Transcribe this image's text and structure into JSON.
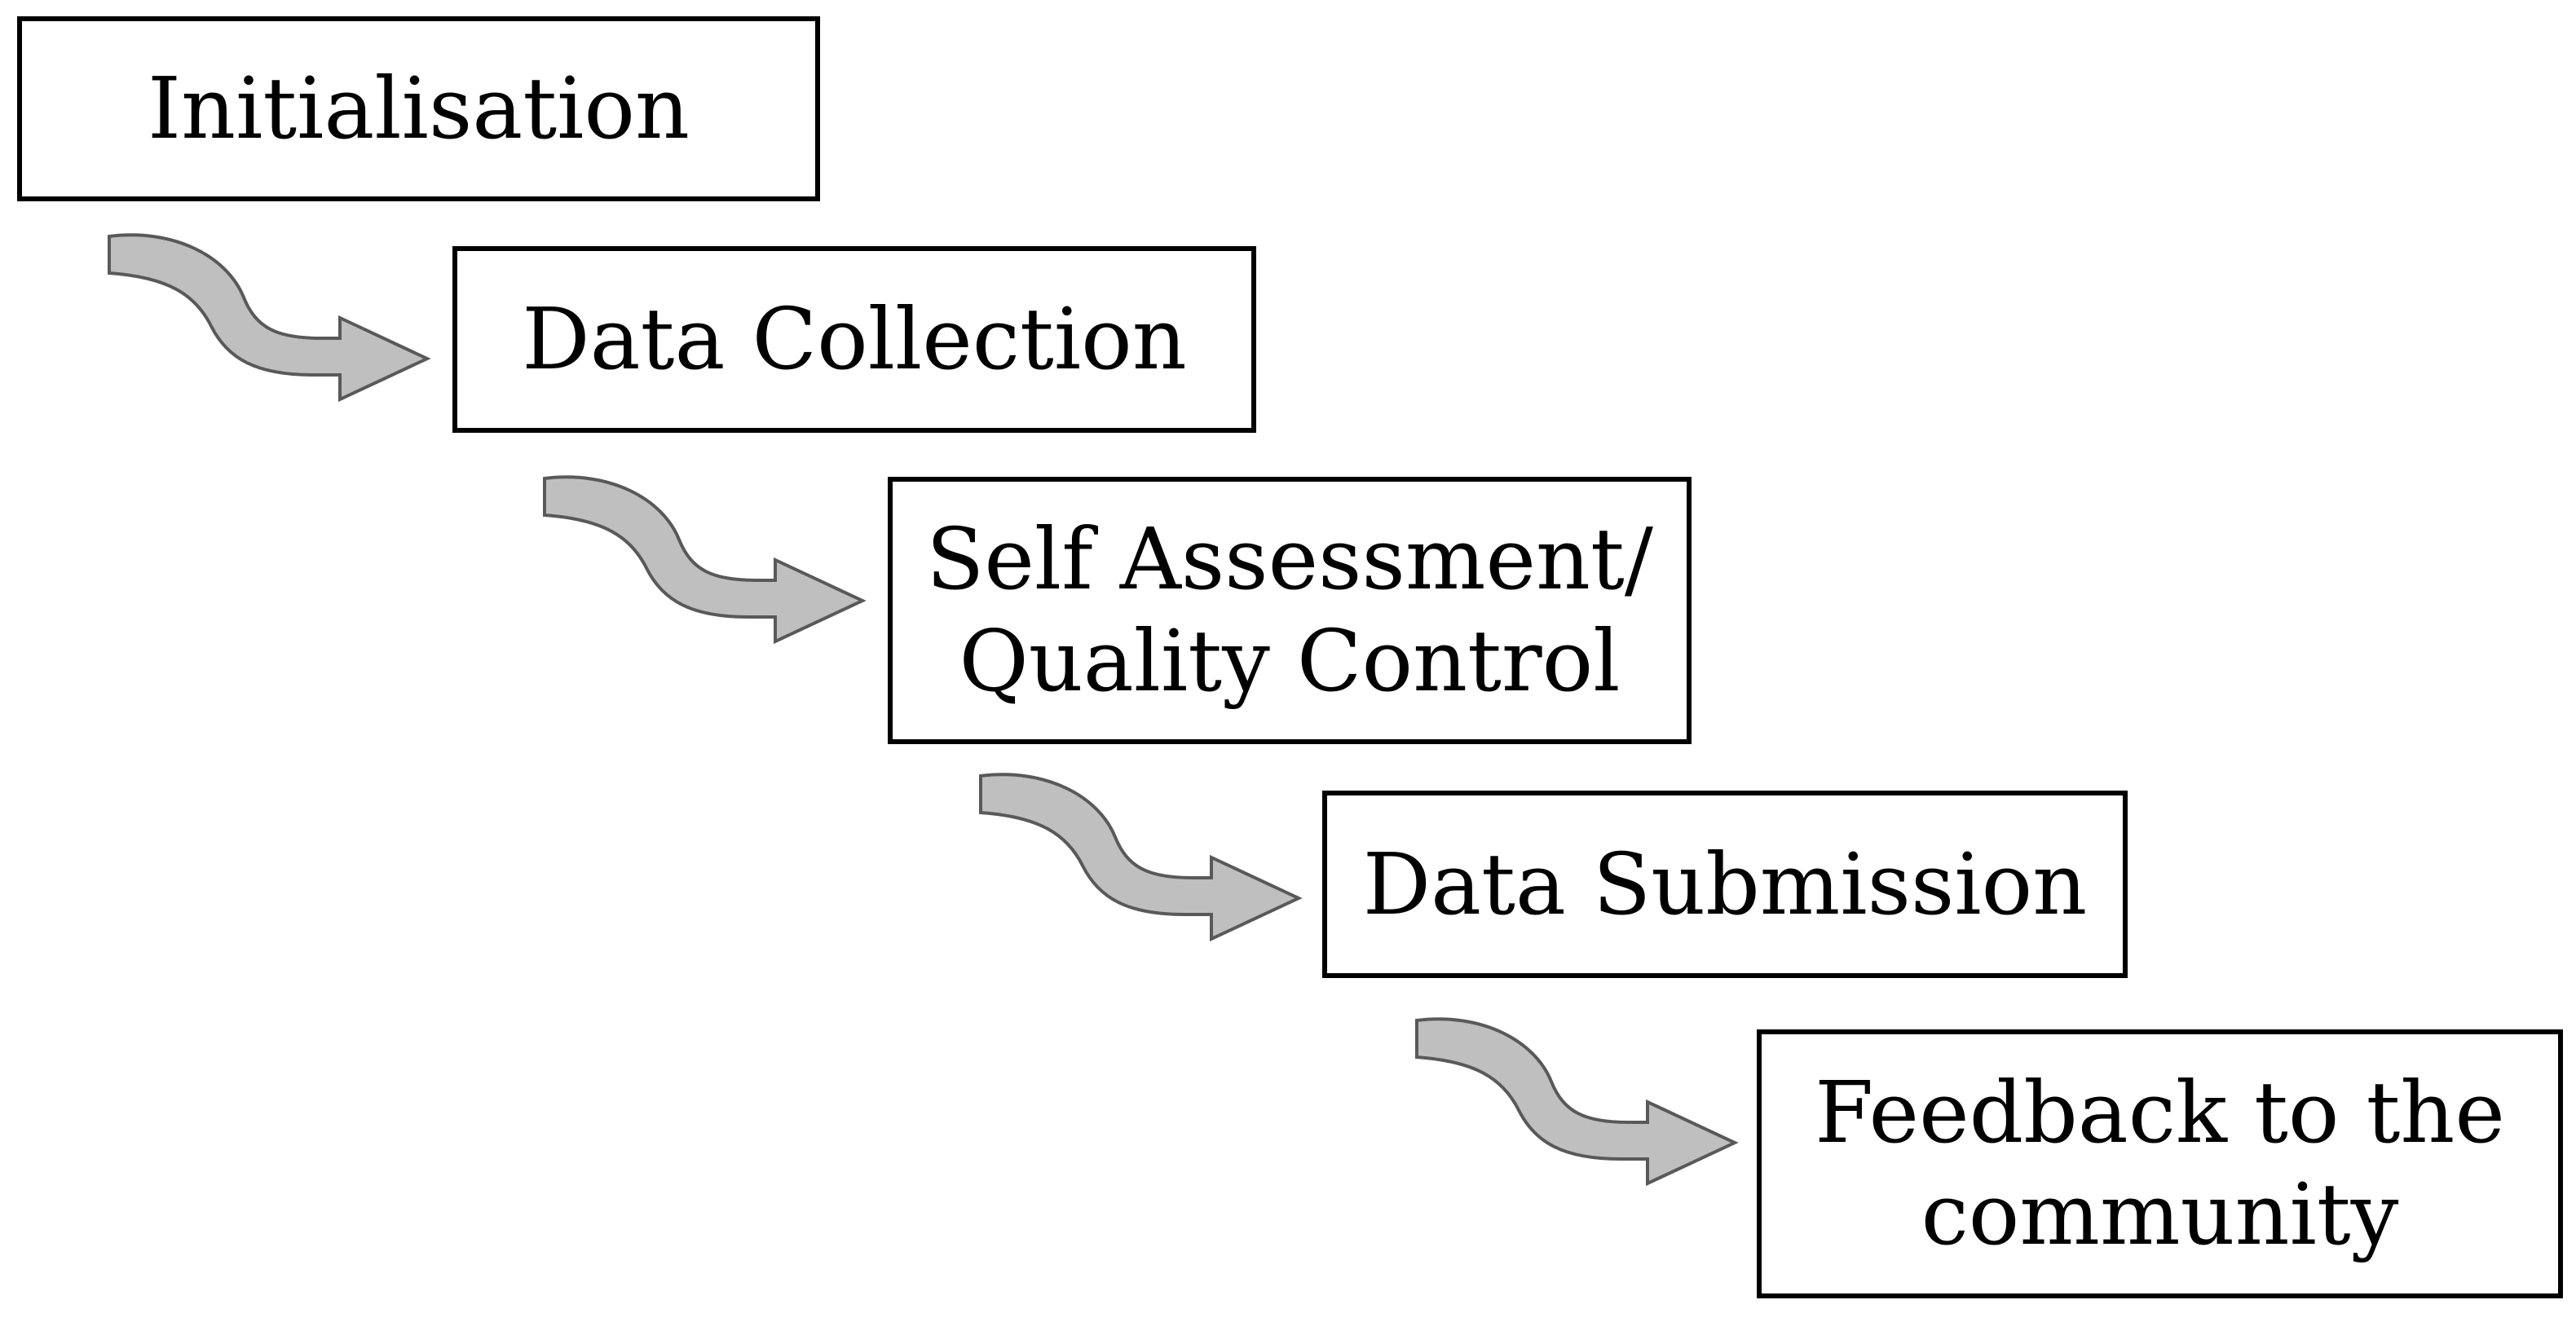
{
  "diagram": {
    "steps": [
      {
        "lines": [
          "Initialisation"
        ]
      },
      {
        "lines": [
          "Data Collection"
        ]
      },
      {
        "lines": [
          "Self Assessment/",
          "Quality Control"
        ]
      },
      {
        "lines": [
          "Data Submission"
        ]
      },
      {
        "lines": [
          "Feedback to the",
          "community"
        ]
      }
    ],
    "connectors": [
      {
        "from": 1,
        "to": 2,
        "icon": "curved-arrow-icon"
      },
      {
        "from": 2,
        "to": 3,
        "icon": "curved-arrow-icon"
      },
      {
        "from": 3,
        "to": 4,
        "icon": "curved-arrow-icon"
      },
      {
        "from": 4,
        "to": 5,
        "icon": "curved-arrow-icon"
      }
    ],
    "colors": {
      "arrow_fill": "#bfbfbf",
      "arrow_stroke": "#595959",
      "box_border": "#000000",
      "text": "#000000",
      "background": "#ffffff"
    }
  }
}
